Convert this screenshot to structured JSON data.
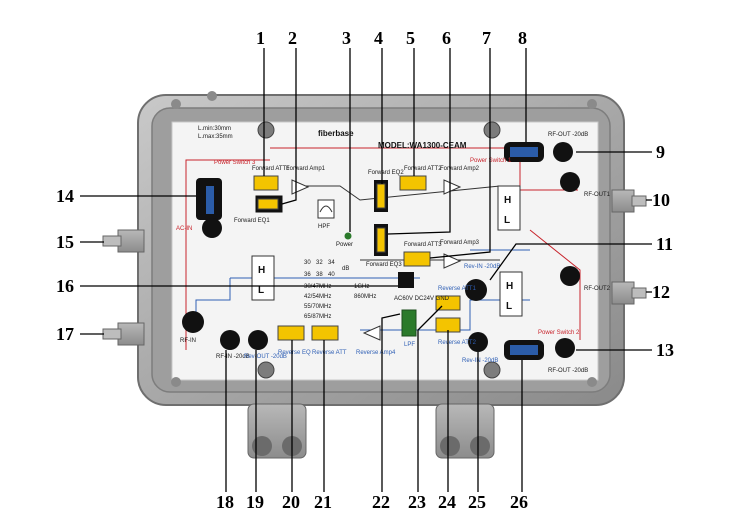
{
  "panel": {
    "brand": "fiberbase",
    "model": "MODEL:WA1300-CEAM",
    "strip_spec_1": "L.min:30mm",
    "strip_spec_2": "L.max:35mm",
    "power_switch_3": "Power Switch 3",
    "power_switch_1": "Power Switch 1",
    "power_switch_2": "Power Switch 2",
    "ac_in": "AC-IN",
    "rf_in": "RF-IN",
    "rf_in_test": "RF-IN -20dB",
    "rev_out_test": "Rev-OUT -20dB",
    "rf_out_test_top": "RF-OUT -20dB",
    "rf_out_test_bottom": "RF-OUT -20dB",
    "rf_out1": "RF-OUT1",
    "rf_out2": "RF-OUT2",
    "rev_in_test_top": "Rev-IN -20dB",
    "rev_in_test_bottom": "Rev-IN -20dB",
    "fwd_att1": "Forward ATT1",
    "fwd_amp1": "Forward Amp1",
    "fwd_eq1": "Forward EQ1",
    "fwd_eq2": "Forward EQ2",
    "fwd_att2": "Forward ATT2",
    "fwd_amp2": "Forward Amp2",
    "fwd_eq3": "Forward EQ3",
    "fwd_att3": "Forward ATT3",
    "fwd_amp3": "Forward Amp3",
    "hpf": "HPF",
    "lpf": "LPF",
    "power": "Power",
    "rev_att1": "Reverse ATT1",
    "rev_att2": "Reverse ATT2",
    "rev_eq": "Reverse EQ",
    "rev_att": "Reverse ATT",
    "rev_amp4": "Reverse Amp4",
    "ac_dc": "AC60V DC24V GND",
    "db_row": [
      "30",
      "32",
      "34"
    ],
    "db_row2": [
      "36",
      "38",
      "40"
    ],
    "db_unit": "dB",
    "split_options": [
      "30/47MHz",
      "42/54MHz",
      "55/70MHz",
      "65/87MHz"
    ],
    "band_options": [
      "1GHz",
      "860MHz"
    ],
    "h": "H",
    "l": "L"
  },
  "callouts": [
    "1",
    "2",
    "3",
    "4",
    "5",
    "6",
    "7",
    "8",
    "9",
    "10",
    "11",
    "12",
    "13",
    "14",
    "15",
    "16",
    "17",
    "18",
    "19",
    "20",
    "21",
    "22",
    "23",
    "24",
    "25",
    "26"
  ]
}
